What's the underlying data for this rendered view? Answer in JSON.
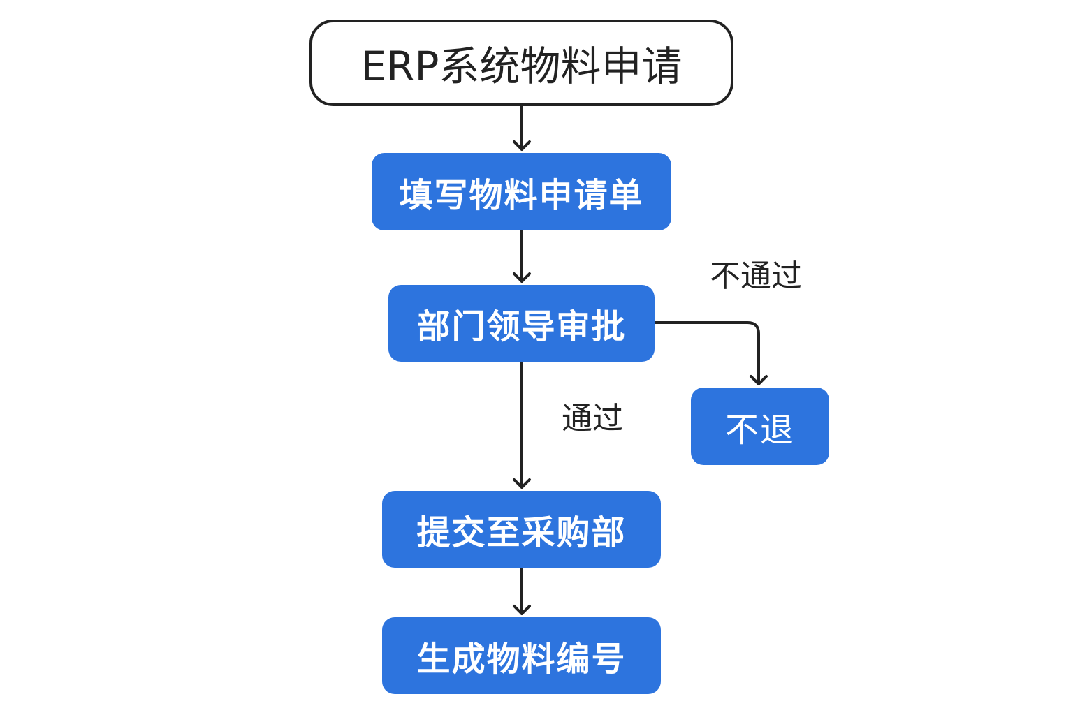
{
  "diagram": {
    "start": "ERP系统物料申请",
    "steps": {
      "fill_form": "填写物料申请单",
      "dept_review": "部门领导审批",
      "reject": "不退",
      "submit_purchasing": "提交至采购部",
      "generate_code": "生成物料编号"
    },
    "edge_labels": {
      "fail": "不通过",
      "pass": "通过"
    }
  },
  "colors": {
    "node_fill": "#2d74de",
    "node_text": "#ffffff",
    "line": "#222222"
  }
}
